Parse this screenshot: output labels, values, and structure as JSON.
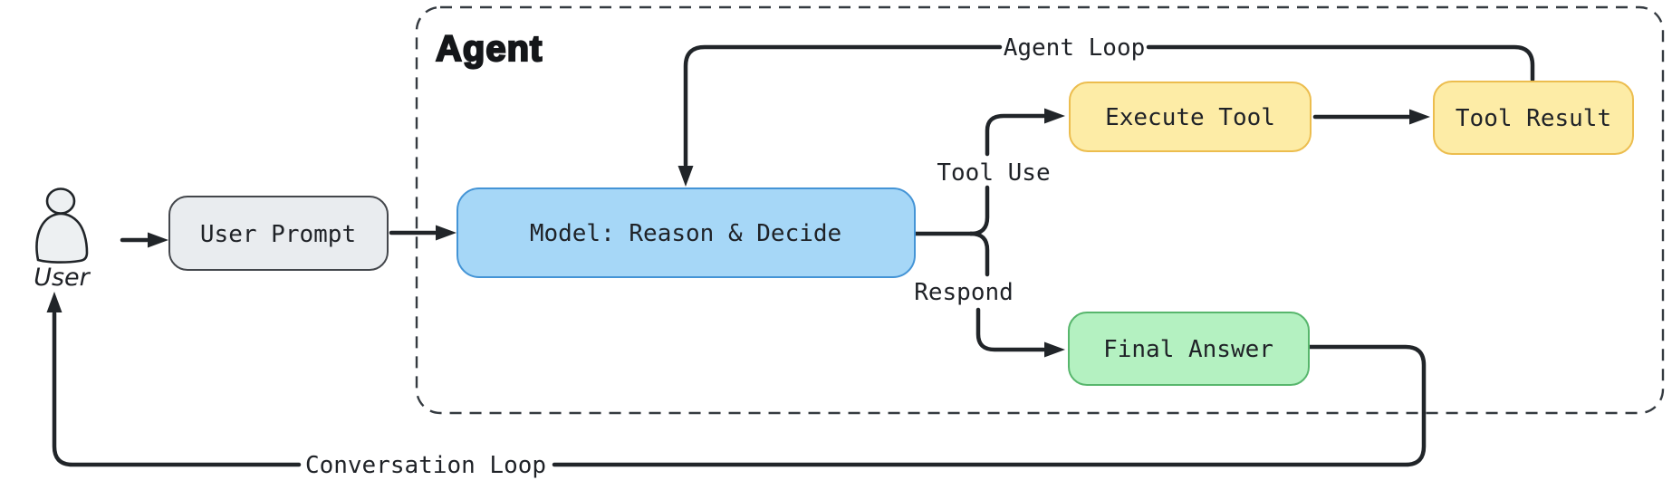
{
  "diagram": {
    "container": {
      "title": "Agent"
    },
    "actor": {
      "label": "User"
    },
    "nodes": {
      "user_prompt": {
        "label": "User Prompt"
      },
      "model": {
        "label": "Model: Reason & Decide"
      },
      "execute_tool": {
        "label": "Execute Tool"
      },
      "tool_result": {
        "label": "Tool Result"
      },
      "final_answer": {
        "label": "Final Answer"
      }
    },
    "edge_labels": {
      "agent_loop": "Agent Loop",
      "tool_use": "Tool Use",
      "respond": "Respond",
      "conversation_loop": "Conversation Loop"
    },
    "colors": {
      "prompt_fill": "#e9ecef",
      "prompt_stroke": "#43464b",
      "model_fill": "#a6d7f7",
      "model_stroke": "#4494d6",
      "tool_fill": "#fdeca6",
      "tool_stroke": "#ecbd4e",
      "answer_fill": "#b4f1c1",
      "answer_stroke": "#57b66c",
      "actor_fill": "#edf0f2",
      "line": "#212529",
      "text": "#1f2227",
      "border": "#343a40",
      "title": "#141619"
    }
  }
}
